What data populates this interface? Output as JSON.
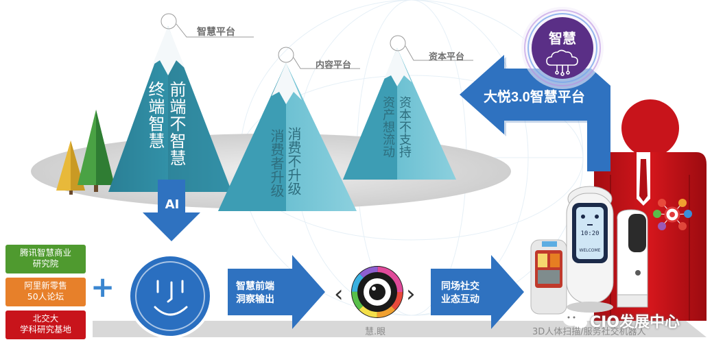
{
  "platforms": {
    "smart": "智慧平台",
    "content": "内容平台",
    "capital": "资本平台"
  },
  "peaks": {
    "left_col1": "终端智慧",
    "left_col2": "前端不智慧",
    "mid_col1": "消费者升级",
    "mid_col2": "消费不升级",
    "right_col1": "资产想流动",
    "right_col2": "资本不支持"
  },
  "ai_label": "AI",
  "badge_text": "智慧",
  "top_arrow_text": "大悦3.0智慧平台",
  "orgs": [
    {
      "line1": "腾讯智慧商业",
      "line2": "研究院"
    },
    {
      "line1": "阿里新零售",
      "line2": "50人论坛"
    },
    {
      "line1": "北交大",
      "line2": "学科研究基地"
    }
  ],
  "plus": "+",
  "arrow1_text": {
    "line1": "智慧前端",
    "line2": "洞察输出"
  },
  "arrow2_text": {
    "line1": "同场社交",
    "line2": "业态互动"
  },
  "eye_caption": "慧.眼",
  "robots_caption": "3D人体扫描/服务社交机器人",
  "robot_screen_time": "10:20",
  "robot_screen_word": "WELCOME",
  "watermark": "CIO发展中心",
  "colors": {
    "mountain": "#2f8fa6",
    "arrow_blue": "#2f6db5",
    "org_green": "#4f9a2f",
    "org_orange": "#e7802a",
    "org_red": "#c8141b",
    "badge_purple": "#5a2f86",
    "suit_red": "#c8141b"
  }
}
